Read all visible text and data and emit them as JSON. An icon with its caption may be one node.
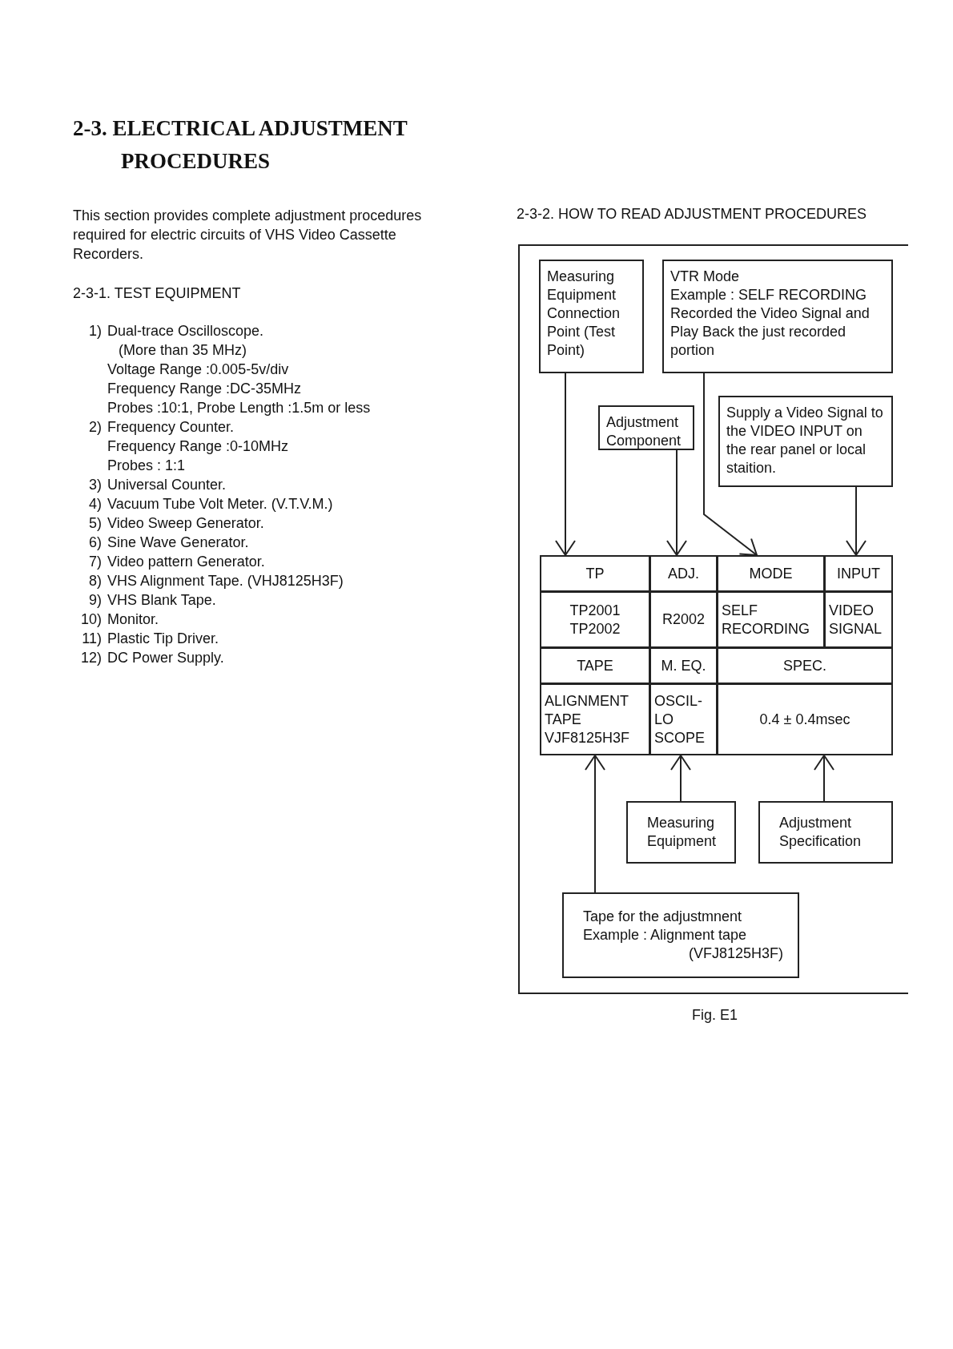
{
  "diagram": {
    "title": "2-3. ELECTRICAL ADJUSTMENT PROCEDURES",
    "caption": "Fig. E1",
    "nodes": [
      {
        "text": [
          "Measuring Equipment Connection Point (Test Point)"
        ]
      },
      {
        "text": [
          "VTR Mode",
          "Example : SELF RECORDING Recorded the Video Signal and Play Back the just recorded portion"
        ]
      },
      {
        "text": [
          "Adjustment Component"
        ]
      },
      {
        "text": [
          "Supply a Video Signal to the VIDEO INPUT on the rear panel or local staition."
        ]
      },
      {
        "text": [
          "TP"
        ]
      },
      {
        "text": [
          "ADJ."
        ]
      },
      {
        "text": [
          "MODE"
        ]
      },
      {
        "text": [
          "INPUT"
        ]
      },
      {
        "text": [
          "TP2001 TP2002"
        ]
      },
      {
        "text": [
          "R2002"
        ]
      },
      {
        "text": [
          "SELF RECORDING"
        ]
      },
      {
        "text": [
          "VIDEO SIGNAL"
        ]
      },
      {
        "text": [
          "TAPE"
        ]
      },
      {
        "text": [
          "M. EQ."
        ]
      },
      {
        "text": [
          "SPEC."
        ]
      },
      {
        "text": [
          "ALIGNMENT TAPE VJF8125H3F"
        ]
      },
      {
        "text": [
          "OSCIL- LO SCOPE"
        ]
      },
      {
        "text": [
          "0.4 ± 0.4msec"
        ]
      },
      {
        "text": [
          "Measuring Equipment"
        ]
      },
      {
        "text": [
          "Adjustment Specification"
        ]
      },
      {
        "text": [
          "Tape for the adjustmnent Example : Alignment tape (VFJ8125H3F)"
        ]
      }
    ],
    "edges": [
      {
        "from": 0,
        "to": 4,
        "arrow": "to"
      },
      {
        "from": 2,
        "to": 5,
        "arrow": "to"
      },
      {
        "from": 1,
        "to": 6,
        "arrow": "to"
      },
      {
        "from": 3,
        "to": 7,
        "arrow": "to"
      },
      {
        "from": 20,
        "to": 15,
        "arrow": "to"
      },
      {
        "from": 18,
        "to": 16,
        "arrow": "to"
      },
      {
        "from": 19,
        "to": 17,
        "arrow": "to"
      }
    ],
    "labels": [
      "This section provides complete adjustment procedures required for electric circuits of VHS Video Cassette Recorders.",
      "2-3-1. TEST EQUIPMENT",
      "1)",
      "Dual-trace Oscilloscope.",
      "(More than 35 MHz)",
      "Voltage Range :0.005-5v/div",
      "Frequency Range :DC-35MHz",
      "Probes :10:1, Probe Length :1.5m or less",
      "2)",
      "Frequency Counter.",
      "Frequency Range :0-10MHz",
      "Probes : 1:1",
      "3)",
      "Universal Counter.",
      "4)",
      "Vacuum Tube Volt Meter. (V.T.V.M.)",
      "5)",
      "Video Sweep Generator.",
      "6)",
      "Sine Wave Generator.",
      "7)",
      "Video pattern Generator.",
      "8)",
      "VHS Alignment Tape. (VHJ8125H3F)",
      "9)",
      "VHS Blank Tape.",
      "10)",
      "Monitor.",
      "11)",
      "Plastic Tip Driver.",
      "12)",
      "DC Power Supply.",
      "2-3-2. HOW TO READ ADJUSTMENT PROCEDURES"
    ]
  }
}
